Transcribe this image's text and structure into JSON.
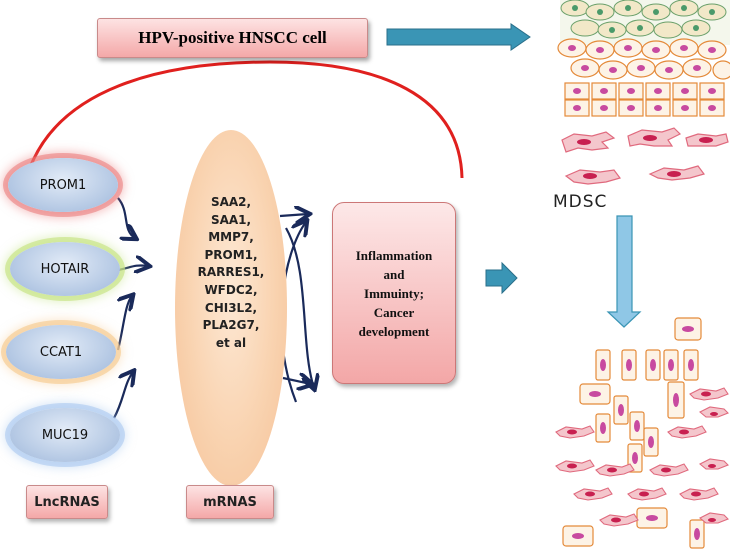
{
  "title": "HPV-positive HNSCC cell",
  "lncrnas": {
    "items": [
      "PROM1",
      "HOTAIR",
      "CCAT1",
      "MUC19"
    ],
    "label": "LncRNAS"
  },
  "mrnas": {
    "items": [
      "SAA2,",
      "SAA1,",
      "MMP7,",
      "PROM1,",
      "RARRES1,",
      "WFDC2,",
      "CHI3L2,",
      "PLA2G7,",
      "et al"
    ],
    "label": "mRNAS"
  },
  "outcome": {
    "lines": [
      "Inflammation",
      "and",
      "Immuinty;",
      "Cancer",
      "development"
    ]
  },
  "mdsc_label": "MDSC",
  "colors": {
    "arrow_dark_blue": "#1a2a5a",
    "feedback_arc": "#e0201e",
    "block_arrow": "#3a95b5",
    "box_pink": "#f4a8a8",
    "cell_outline": "#e48a3a",
    "cell_nucleus": "#c84aa0",
    "mdsc_cell": "#e06a7e"
  }
}
